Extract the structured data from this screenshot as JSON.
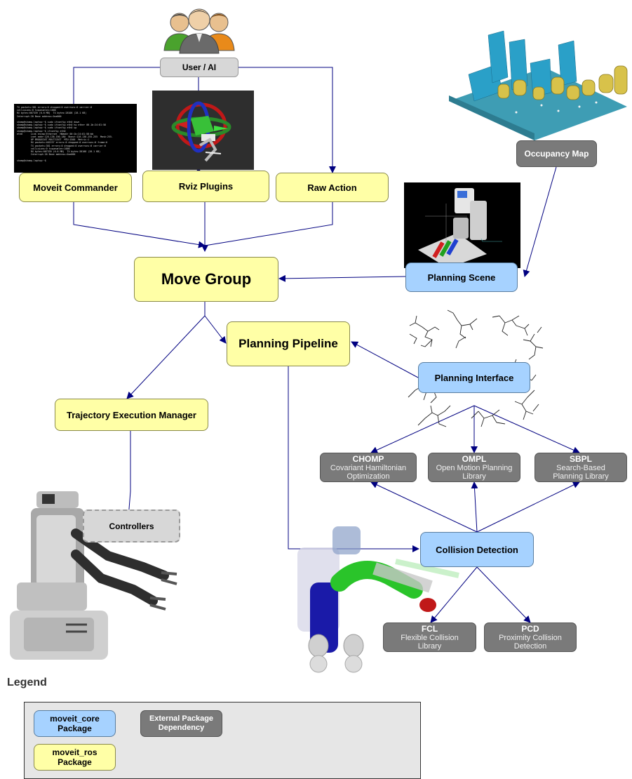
{
  "nodes": {
    "user_ai": "User / AI",
    "moveit_commander": "Moveit Commander",
    "rviz_plugins": "Rviz Plugins",
    "raw_action": "Raw Action",
    "occupancy_map": "Occupancy Map",
    "planning_scene": "Planning Scene",
    "move_group": "Move Group",
    "planning_pipeline": "Planning Pipeline",
    "planning_interface": "Planning Interface",
    "trajectory_execution_manager": "Trajectory Execution Manager",
    "controllers": "Controllers",
    "collision_detection": "Collision Detection"
  },
  "planners": {
    "chomp": {
      "title": "CHOMP",
      "line1": "Covariant Hamiltonian",
      "line2": "Optimization"
    },
    "ompl": {
      "title": "OMPL",
      "line1": "Open Motion Planning",
      "line2": "Library"
    },
    "sbpl": {
      "title": "SBPL",
      "line1": "Search-Based",
      "line2": "Planning Library"
    }
  },
  "collision_libs": {
    "fcl": {
      "title": "FCL",
      "line1": "Flexible Collision",
      "line2": "Library"
    },
    "pcd": {
      "title": "PCD",
      "line1": "Proximity Collision",
      "line2": "Detection"
    }
  },
  "legend": {
    "title": "Legend",
    "core_line1": "moveit_core",
    "core_line2": "Package",
    "ros_line1": "moveit_ros",
    "ros_line2": "Package",
    "external_line1": "External Package",
    "external_line2": "Dependency"
  },
  "colors": {
    "moveit_ros": "#ffffa6",
    "moveit_core": "#a6d2ff",
    "external": "#7a7a7a",
    "arrows": "#000080"
  },
  "terminal_text": [
    "TX packets:381 errors:0 dropped:0 overruns:0 carrier:0",
    "collisions:0 txqueuelen:1000",
    "RX bytes:607339 (6.6 MB)  TX bytes:28108 (28.1 KB)",
    "Interrupt:20 Base address:0xe000",
    "",
    "shomp@shomp-laptop:~$ sudo ifconfig eth0 down",
    "shomp@shomp-laptop:~$ sudo ifconfig eth0 hw ether 00.1b:24:81:58",
    "shomp@shomp-laptop:~$ sudo ifconfig eth0 up",
    "shomp@shomp-laptop:~$ ifconfig eth0",
    "eth0      Link encap:Ethernet  HWaddr 00:1b:24:81:58:bb",
    "          inet addr:128.138.190.180  Bcast:128.138.255.255  Mask:255.",
    "          UP BROADCAST MULTICAST  MTU:1500  Metric:1",
    "          RX packets:402237 errors:0 dropped:0 overruns:0 frame:0",
    "          TX packets:381 errors:0 dropped:0 overruns:0 carrier:0",
    "          collisions:0 txqueuelen:1000",
    "          RX bytes:607339 (6.6 MB)  TX bytes:28108 (28.1 KB)",
    "          Interrupt:20 Base address:0xe000",
    "",
    "shomp@shomp-laptop:~$ "
  ]
}
